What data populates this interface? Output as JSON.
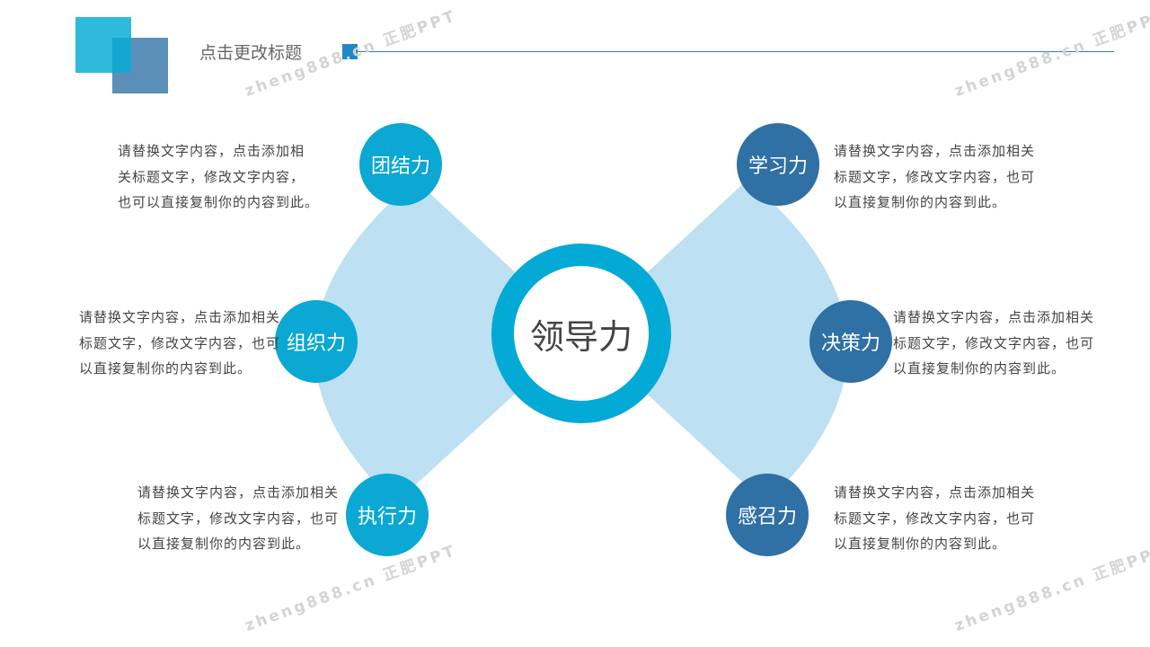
{
  "header": {
    "title": "点击更改标题"
  },
  "center": {
    "label": "领导力"
  },
  "nodes": {
    "left_top": "团结力",
    "left_mid": "组织力",
    "left_bottom": "执行力",
    "right_top": "学习力",
    "right_mid": "决策力",
    "right_bottom": "感召力"
  },
  "descriptions": {
    "left_top": [
      "请替换文字内容，点击添加相",
      "关标题文字，修改文字内容，",
      "也可以直接复制你的内容到此。"
    ],
    "left_mid": [
      "请替换文字内容，点击添加相关",
      "标题文字，修改文字内容，也可",
      "以直接复制你的内容到此。"
    ],
    "left_bottom": [
      "请替换文字内容，点击添加相关",
      "标题文字，修改文字内容，也可",
      "以直接复制你的内容到此。"
    ],
    "right_top": [
      "请替换文字内容，点击添加相关",
      "标题文字，修改文字内容，也可",
      "以直接复制你的内容到此。"
    ],
    "right_mid": [
      "请替换文字内容，点击添加相关",
      "标题文字，修改文字内容，也可",
      "以直接复制你的内容到此。"
    ],
    "right_bottom": [
      "请替换文字内容，点击添加相关",
      "标题文字，修改文字内容，也可",
      "以直接复制你的内容到此。"
    ]
  },
  "watermark": "zheng888.cn 正肥PPT",
  "colors": {
    "left_node": "#0aa8d3",
    "right_node": "#2f70a5",
    "fan": "#bde0f2",
    "ring": "#04aad6"
  }
}
